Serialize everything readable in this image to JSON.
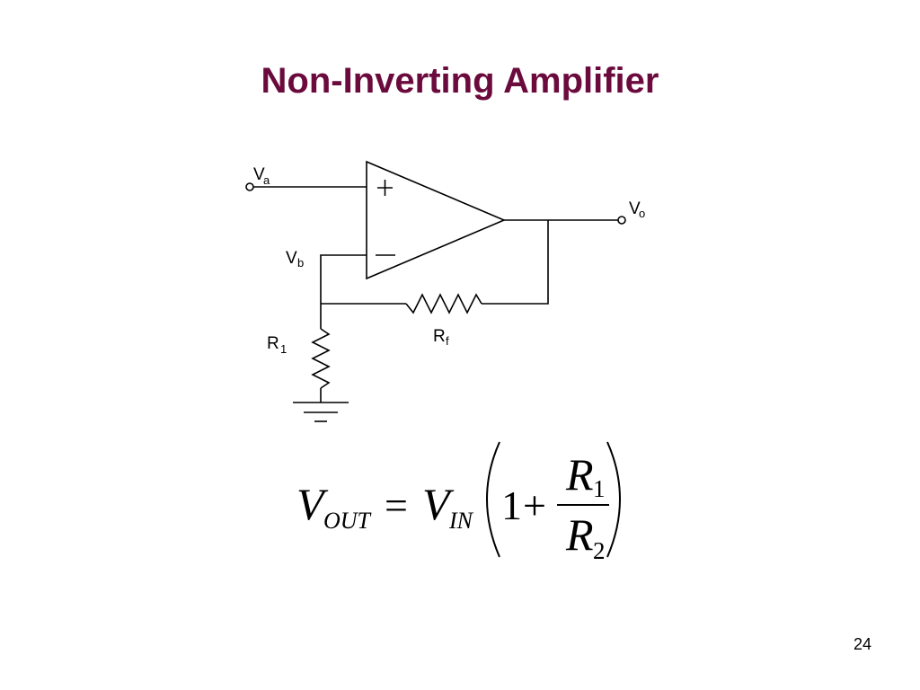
{
  "slide": {
    "title": "Non-Inverting Amplifier",
    "title_color": "#6b0a3c",
    "number": "24"
  },
  "diagram": {
    "labels": {
      "va_main": "V",
      "va_sub": "a",
      "vb_main": "V",
      "vb_sub": "b",
      "vo_main": "V",
      "vo_sub": "o",
      "rf_main": "R",
      "rf_sub": "f",
      "r1_main": "R",
      "r1_sub": "1",
      "plus": "+",
      "minus": "—"
    },
    "icons": [
      "op-amp-icon",
      "resistor-icon",
      "ground-icon",
      "terminal-icon"
    ]
  },
  "equation": {
    "vout": "V",
    "vout_sub": "OUT",
    "equals": "=",
    "vin": "V",
    "vin_sub": "IN",
    "one": "1",
    "plus": "+",
    "num": "R",
    "num_sub": "1",
    "den": "R",
    "den_sub": "2"
  }
}
